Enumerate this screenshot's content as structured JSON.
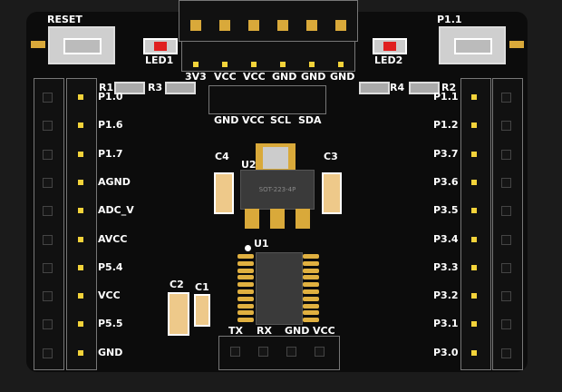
{
  "labels": {
    "reset": "RESET",
    "p11_top": "P1.1",
    "led1": "LED1",
    "led2": "LED2",
    "r1": "R1",
    "r2": "R2",
    "r3": "R3",
    "r4": "R4",
    "c1": "C1",
    "c2": "C2",
    "c3": "C3",
    "c4": "C4",
    "u1": "U1",
    "u2": "U2",
    "u2_pkg": "SOT-223-4P"
  },
  "top_header": [
    "3V3",
    "VCC",
    "VCC",
    "GND",
    "GND",
    "GND"
  ],
  "i2c_header": [
    "GND",
    "VCC",
    "SCL",
    "SDA"
  ],
  "uart_header": [
    "TX",
    "RX",
    "GND",
    "VCC"
  ],
  "left_pins": [
    "P1.0",
    "P1.6",
    "P1.7",
    "AGND",
    "ADC_V",
    "AVCC",
    "P5.4",
    "VCC",
    "P5.5",
    "GND"
  ],
  "right_pins": [
    "P1.1",
    "P1.2",
    "P3.7",
    "P3.6",
    "P3.5",
    "P3.4",
    "P3.3",
    "P3.2",
    "P3.1",
    "P3.0"
  ],
  "colors": {
    "board": "#0c0c0c",
    "pad": "#f3d33a",
    "silk": "#ffffff"
  }
}
